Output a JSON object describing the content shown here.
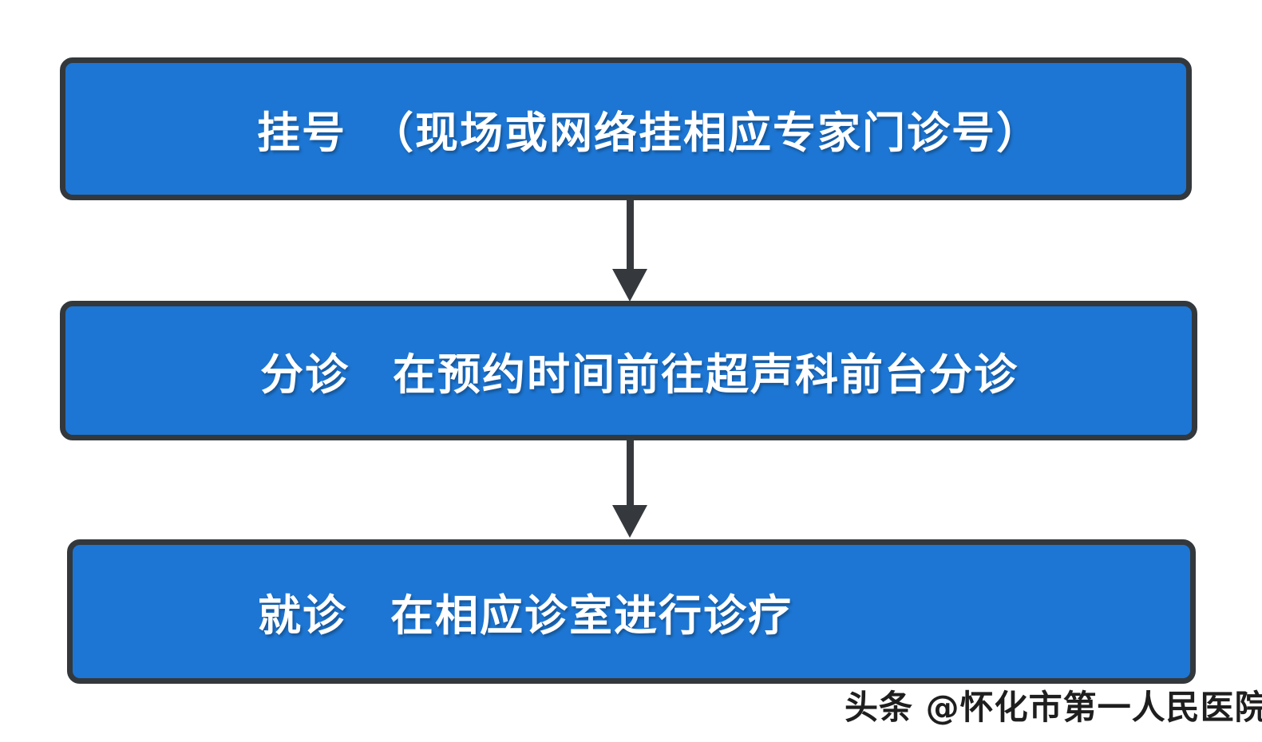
{
  "flowchart": {
    "steps": [
      {
        "id": "registration",
        "title": "挂号",
        "desc": "（现场或网络挂相应专家门诊号）"
      },
      {
        "id": "triage",
        "title": "分诊",
        "desc": "在预约时间前往超声科前台分诊"
      },
      {
        "id": "consultation",
        "title": "就诊",
        "desc": "在相应诊室进行诊疗"
      }
    ],
    "colors": {
      "box_fill": "#1d76d3",
      "box_border": "#33383c",
      "arrow": "#35393d",
      "text": "#ffffff"
    }
  },
  "watermark": {
    "text": "头条 @怀化市第一人民医院",
    "color": "#1e1e1e"
  }
}
